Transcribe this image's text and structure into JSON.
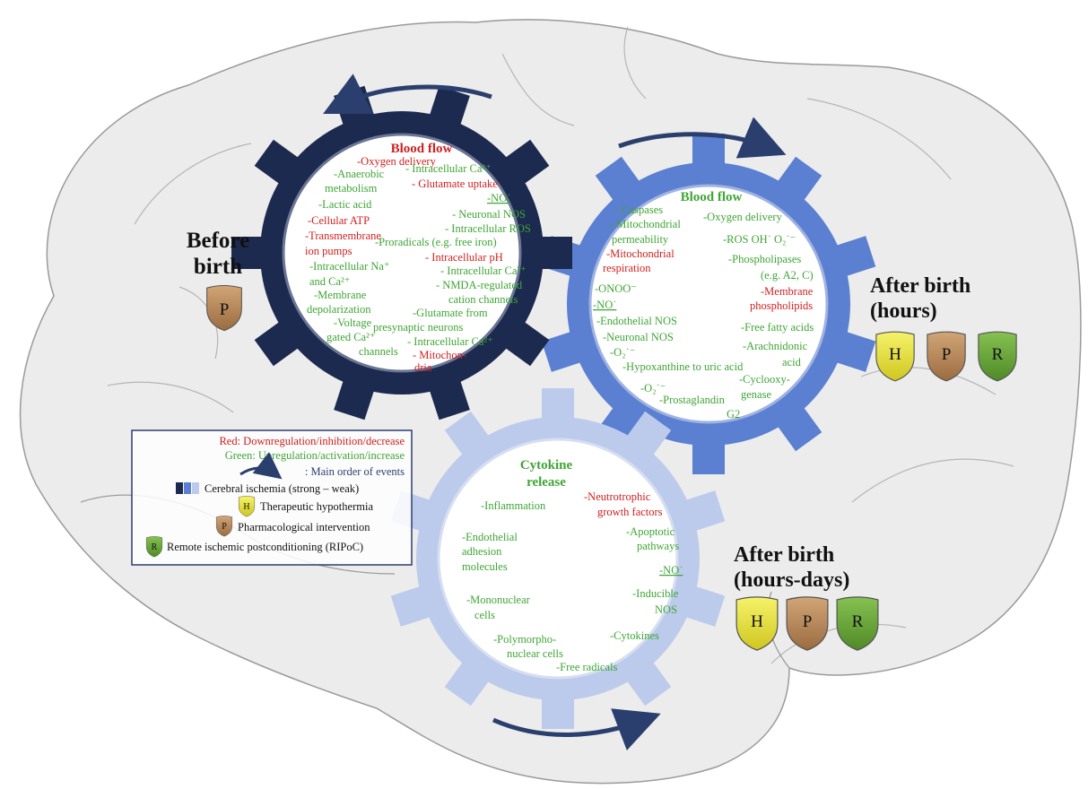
{
  "before_birth": {
    "title": "Before birth",
    "line1": "Before",
    "line2": "birth",
    "shields": [
      "P"
    ]
  },
  "after_hours": {
    "line1": "After birth",
    "line2": "(hours)",
    "shields": [
      "H",
      "P",
      "R"
    ]
  },
  "after_hours_days": {
    "line1": "After birth",
    "line2": "(hours-days)",
    "shields": [
      "H",
      "P",
      "R"
    ]
  },
  "gear1": {
    "title": "Blood flow",
    "left_items": [
      {
        "text": "-Oxygen delivery",
        "color": "red"
      },
      {
        "text": "-Anaerobic",
        "color": "green"
      },
      {
        "text": "metabolism",
        "color": "green"
      },
      {
        "text": "-Lactic acid",
        "color": "green"
      },
      {
        "text": "-Cellular ATP",
        "color": "red"
      },
      {
        "text": "-Transmembrane",
        "color": "red"
      },
      {
        "text": "ion pumps",
        "color": "red"
      },
      {
        "text": "-Intracellular Na⁺",
        "color": "green"
      },
      {
        "text": "and Ca²⁺",
        "color": "green"
      },
      {
        "text": "-Membrane",
        "color": "green"
      },
      {
        "text": "depolarization",
        "color": "green"
      },
      {
        "text": "-Voltage",
        "color": "green"
      },
      {
        "text": "gated Ca²⁺",
        "color": "green"
      },
      {
        "text": "channels",
        "color": "green"
      }
    ],
    "right_items": [
      {
        "text": "- Intracellular Ca²⁺",
        "color": "green"
      },
      {
        "text": "- Glutamate uptake",
        "color": "red"
      },
      {
        "text": "-NO˙",
        "color": "green"
      },
      {
        "text": "- Neuronal NOS",
        "color": "green"
      },
      {
        "text": "- Intracellular ROS",
        "color": "green"
      },
      {
        "text": "-Proradicals  (e.g. free iron)",
        "color": "green"
      },
      {
        "text": "- Intracellular pH",
        "color": "red"
      },
      {
        "text": "- Intracellular Ca²⁺",
        "color": "green"
      },
      {
        "text": "- NMDA-regulated",
        "color": "green"
      },
      {
        "text": "cation channels",
        "color": "green"
      },
      {
        "text": "-Glutamate from",
        "color": "green"
      },
      {
        "text": "presynaptic  neurons",
        "color": "green"
      },
      {
        "text": "- Intracellular Ca²⁺",
        "color": "green"
      },
      {
        "text": "- Mitochon-",
        "color": "red"
      },
      {
        "text": "dria",
        "color": "red"
      }
    ]
  },
  "gear2": {
    "title": "Blood flow",
    "items": [
      {
        "text": "- Caspases",
        "color": "green"
      },
      {
        "text": "-Oxygen delivery",
        "color": "green"
      },
      {
        "text": "- Mitochondrial",
        "color": "green"
      },
      {
        "text": "permeability",
        "color": "green"
      },
      {
        "text": "-ROS  OH˙  O₂˙⁻",
        "color": "green"
      },
      {
        "text": "-Mitochondrial",
        "color": "red"
      },
      {
        "text": "respiration",
        "color": "red"
      },
      {
        "text": "-Phospholipases",
        "color": "green"
      },
      {
        "text": "(e.g. A2, C)",
        "color": "green"
      },
      {
        "text": "-Membrane",
        "color": "red"
      },
      {
        "text": "phospholipids",
        "color": "red"
      },
      {
        "text": "-ONOO⁻",
        "color": "green"
      },
      {
        "text": "-NO˙",
        "color": "green"
      },
      {
        "text": "-Endothelial NOS",
        "color": "green"
      },
      {
        "text": "-Neuronal NOS",
        "color": "green"
      },
      {
        "text": "-O₂˙⁻",
        "color": "green"
      },
      {
        "text": "-Free fatty acids",
        "color": "green"
      },
      {
        "text": "-Arachnidonic",
        "color": "green"
      },
      {
        "text": "acid",
        "color": "green"
      },
      {
        "text": "-Hypoxanthine to uric acid",
        "color": "green"
      },
      {
        "text": "-Cyclooxy-",
        "color": "green"
      },
      {
        "text": "genase",
        "color": "green"
      },
      {
        "text": "-O₂˙⁻",
        "color": "green"
      },
      {
        "text": "-Prostaglandin",
        "color": "green"
      },
      {
        "text": "G2",
        "color": "green"
      }
    ]
  },
  "gear3": {
    "title_line1": "Cytokine",
    "title_line2": "release",
    "items": [
      {
        "text": "-Neutrotrophic",
        "color": "red"
      },
      {
        "text": "growth factors",
        "color": "red"
      },
      {
        "text": "-Inflammation",
        "color": "green"
      },
      {
        "text": "-Apoptotic",
        "color": "green"
      },
      {
        "text": "pathways",
        "color": "green"
      },
      {
        "text": "-Endothelial",
        "color": "green"
      },
      {
        "text": "adhesion",
        "color": "green"
      },
      {
        "text": "molecules",
        "color": "green"
      },
      {
        "text": "-NO˙",
        "color": "green"
      },
      {
        "text": "-Inducible",
        "color": "green"
      },
      {
        "text": "NOS",
        "color": "green"
      },
      {
        "text": "-Mononuclear",
        "color": "green"
      },
      {
        "text": "cells",
        "color": "green"
      },
      {
        "text": "-Cytokines",
        "color": "green"
      },
      {
        "text": "-Polymorpho-",
        "color": "green"
      },
      {
        "text": "nuclear cells",
        "color": "green"
      },
      {
        "text": "-Free radicals",
        "color": "green"
      }
    ]
  },
  "legend": {
    "red_label": "Red: Downregulation/inhibition/decrease",
    "green_label": "Green: Upregulation/activation/increase",
    "arrow_label": ": Main order of events",
    "ischemia_label": "Cerebral ischemia (strong – weak)",
    "hypothermia_label": "Therapeutic hypothermia",
    "pharma_label": "Pharmacological intervention",
    "ripoc_label": "Remote ischemic postconditioning (RIPoC)",
    "shield_h": "H",
    "shield_p": "P",
    "shield_r": "R"
  },
  "colors": {
    "red": "#d01f1f",
    "green": "#3fa535",
    "gear_dark": "#1c2a4f",
    "gear_mid": "#5b7fd1",
    "gear_light": "#bccbeb",
    "arrow": "#2b3f6e",
    "shield_h": "#e7e23a",
    "shield_p": "#b7875a",
    "shield_r": "#6aa63a",
    "brain": "#eeeeee"
  }
}
